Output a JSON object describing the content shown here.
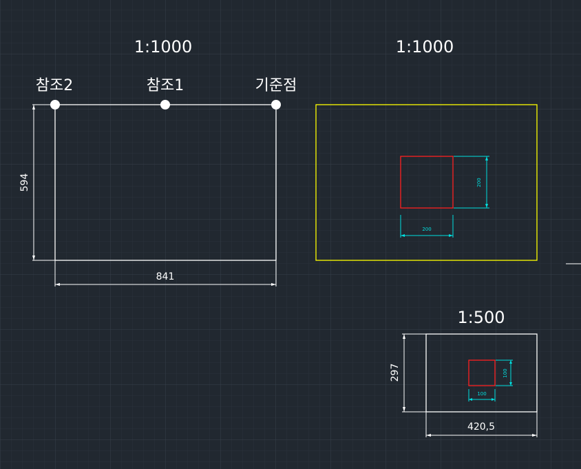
{
  "colors": {
    "background": "#212830",
    "grid_minor": "#2b323b",
    "grid_major": "#36404a",
    "white": "#ffffff",
    "yellow": "#ffff00",
    "red": "#ff2020",
    "cyan": "#00e0e0"
  },
  "view_left": {
    "scale": "1:1000",
    "points": {
      "ref2": "참조2",
      "ref1": "참조1",
      "base": "기준점"
    },
    "dim_height": "594",
    "dim_width": "841"
  },
  "view_right_top": {
    "scale": "1:1000",
    "dim_square_width": "200",
    "dim_square_height": "200"
  },
  "view_right_bottom": {
    "scale": "1:500",
    "dim_height": "297",
    "dim_width": "420,5",
    "dim_square_width": "100",
    "dim_square_height": "100"
  }
}
